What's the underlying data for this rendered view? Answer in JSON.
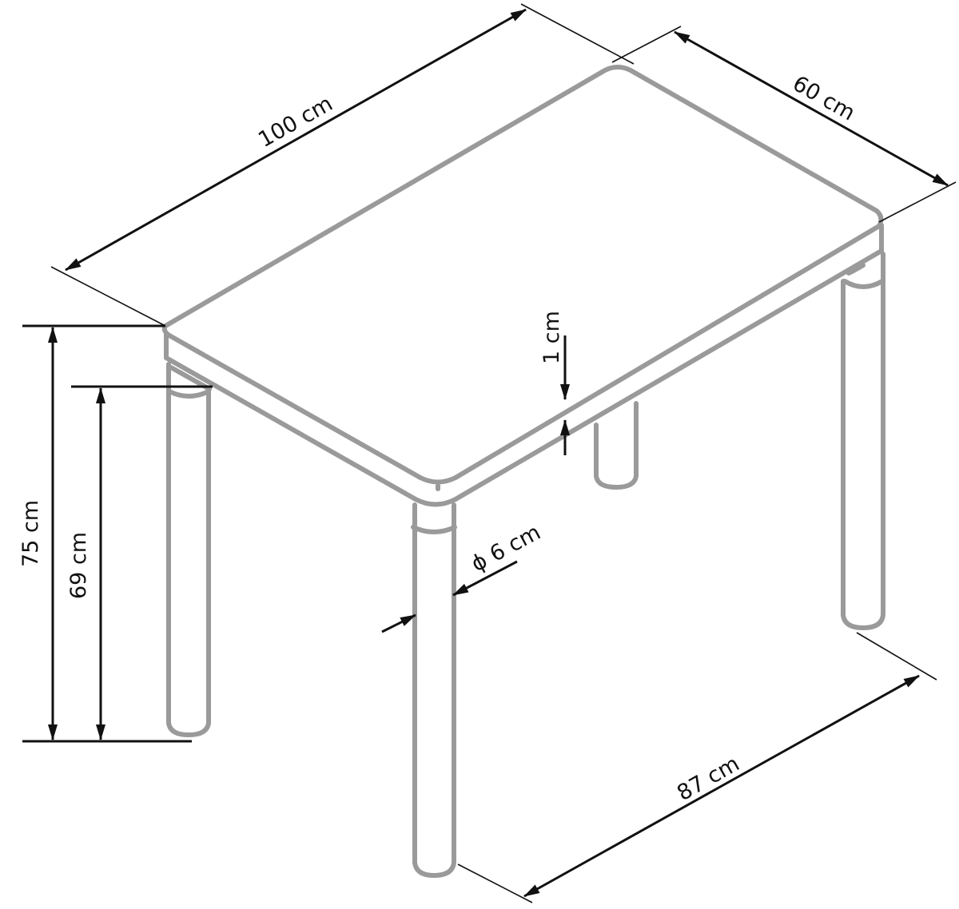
{
  "diagram": {
    "subject": "table",
    "colors": {
      "table_outline": "#9a9a9a",
      "dimension_lines": "#111111",
      "background": "#ffffff"
    }
  },
  "dimensions": {
    "length": {
      "label": "100 cm",
      "value": 100,
      "unit": "cm"
    },
    "width": {
      "label": "60 cm",
      "value": 60,
      "unit": "cm"
    },
    "top_thickness": {
      "label": "1 cm",
      "value": 1,
      "unit": "cm"
    },
    "leg_diameter": {
      "label": "ϕ 6 cm",
      "value": 6,
      "unit": "cm"
    },
    "total_height": {
      "label": "75 cm",
      "value": 75,
      "unit": "cm"
    },
    "leg_height": {
      "label": "69 cm",
      "value": 69,
      "unit": "cm"
    },
    "leg_spacing": {
      "label": "87 cm",
      "value": 87,
      "unit": "cm"
    }
  }
}
